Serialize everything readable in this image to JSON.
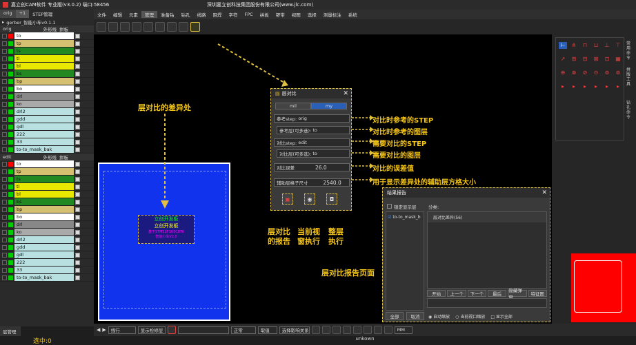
{
  "title": "嘉立创CAM软件 专业版(v3.0.2) 端口:58456",
  "company": "深圳嘉立创科技集团股份有限公司(www.jlc.com)",
  "menu": [
    "文件",
    "编辑",
    "元素",
    "管理",
    "准备钻",
    "钻孔",
    "线路",
    "阻焊",
    "字符",
    "FPC",
    "拼板",
    "锣带",
    "视图",
    "选择",
    "测量标注",
    "系统"
  ],
  "left_tabs": [
    "orig",
    "+1",
    "STEP管理"
  ],
  "job": "gerber_智能小车v0.1.1",
  "orig": {
    "name": "orig",
    "opt1": "外形线",
    "opt2": "拼板",
    "layers": [
      {
        "n": "to",
        "c": "#ffffff",
        "sw": "#ff0000"
      },
      {
        "n": "tp",
        "c": "#d4c070",
        "sw": "#00cc00"
      },
      {
        "n": "ts",
        "c": "#228822",
        "sw": "#00cc00"
      },
      {
        "n": "tl",
        "c": "#e8e800",
        "sw": "#00cc00"
      },
      {
        "n": "bl",
        "c": "#e8e800",
        "sw": "#00cc00"
      },
      {
        "n": "bs",
        "c": "#228822",
        "sw": "#00cc00"
      },
      {
        "n": "bp",
        "c": "#d4c070",
        "sw": "#00cc00"
      },
      {
        "n": "bo",
        "c": "#ffffff",
        "sw": "#00cc00"
      },
      {
        "n": "drl",
        "c": "#888888",
        "sw": "#00cc00"
      },
      {
        "n": "ko",
        "c": "#aaaaaa",
        "sw": "#00cc00"
      },
      {
        "n": "drl2",
        "c": "#b8e0e0",
        "sw": "#00cc00"
      },
      {
        "n": "gdd",
        "c": "#b8e0e0",
        "sw": "#00cc00"
      },
      {
        "n": "gdl",
        "c": "#b8e0e0",
        "sw": "#00cc00"
      },
      {
        "n": "222",
        "c": "#b8e0e0",
        "sw": "#00cc00"
      },
      {
        "n": "33",
        "c": "#b8e0e0",
        "sw": "#00cc00"
      },
      {
        "n": "to-to_mask_bak",
        "c": "#b8e0e0",
        "sw": "#00cc00"
      }
    ]
  },
  "edit": {
    "name": "edit",
    "opt1": "外形线",
    "opt2": "拼板",
    "layers": [
      {
        "n": "to",
        "c": "#ffffff",
        "sw": "#ff0000"
      },
      {
        "n": "tp",
        "c": "#d4c070",
        "sw": "#00cc00"
      },
      {
        "n": "ts",
        "c": "#228822",
        "sw": "#00cc00"
      },
      {
        "n": "tl",
        "c": "#e8e800",
        "sw": "#00cc00"
      },
      {
        "n": "bl",
        "c": "#e8e800",
        "sw": "#00cc00"
      },
      {
        "n": "bs",
        "c": "#228822",
        "sw": "#00cc00"
      },
      {
        "n": "bp",
        "c": "#d4c070",
        "sw": "#00cc00"
      },
      {
        "n": "bo",
        "c": "#ffffff",
        "sw": "#00cc00"
      },
      {
        "n": "drl",
        "c": "#888888",
        "sw": "#00cc00"
      },
      {
        "n": "ko",
        "c": "#aaaaaa",
        "sw": "#00cc00"
      },
      {
        "n": "drl2",
        "c": "#b8e0e0",
        "sw": "#00cc00"
      },
      {
        "n": "gdd",
        "c": "#b8e0e0",
        "sw": "#00cc00"
      },
      {
        "n": "gdl",
        "c": "#b8e0e0",
        "sw": "#00cc00"
      },
      {
        "n": "222",
        "c": "#b8e0e0",
        "sw": "#00cc00"
      },
      {
        "n": "33",
        "c": "#b8e0e0",
        "sw": "#00cc00"
      },
      {
        "n": "to-to_mask_bak",
        "c": "#b8e0e0",
        "sw": "#00cc00"
      }
    ]
  },
  "layer_mgr": "层管理",
  "selected": "选中:0",
  "dialog": {
    "title": "层对比",
    "unit_mil": "mil",
    "unit_my": "my",
    "ref_step_label": "参考step:",
    "ref_step": "orig",
    "ref_layer_label": "参考层(可多选):",
    "ref_layer": "to",
    "cmp_step_label": "对比step:",
    "cmp_step": "edit",
    "cmp_layer_label": "对比层(可多选):",
    "cmp_layer": "to",
    "tol_label": "对比误差",
    "tol": "26.0",
    "grid_label": "辅助层格子尺寸",
    "grid": "2540.0"
  },
  "annotations": {
    "diff": "层对比的差异处",
    "ref_step": "对比时参考的STEP",
    "ref_layer": "对比时参考的图层",
    "cmp_step": "需要对比的STEP",
    "cmp_layer": "需要对比的图层",
    "tol": "对比的误差值",
    "grid": "用于显示差异处的辅助层方格大小",
    "report": "层对比\n的报告",
    "exec": "当前视\n窗执行",
    "all": "整层\n执行",
    "report_page": "层对比报告页面"
  },
  "report": {
    "title": "结果报告",
    "lock": "锁定显示层",
    "cat": "分类:",
    "layer": "to-to_mask_b",
    "item": "层对比差异(56)",
    "nav": [
      "开始",
      "上一个",
      "下一个",
      "最后",
      "隐藏弹窗",
      "特征图"
    ],
    "all": "全部",
    "cancel": "取消",
    "r1": "自动缩放",
    "r2": "当前视口缩放",
    "r3": "显示全部"
  },
  "board_text": [
    "立创开发板",
    "立创开发板",
    "基于STM32F103C8T6",
    "智能小车V2.0"
  ],
  "bottom": {
    "step_sel": "线行",
    "display": "显示检修层",
    "mode": "正常",
    "s1": "取值",
    "s2": "选择影响关系",
    "unit": "MM"
  },
  "status": "unkown",
  "right_labels": [
    "常用命令",
    "拼版工具",
    "钻孔命令"
  ]
}
